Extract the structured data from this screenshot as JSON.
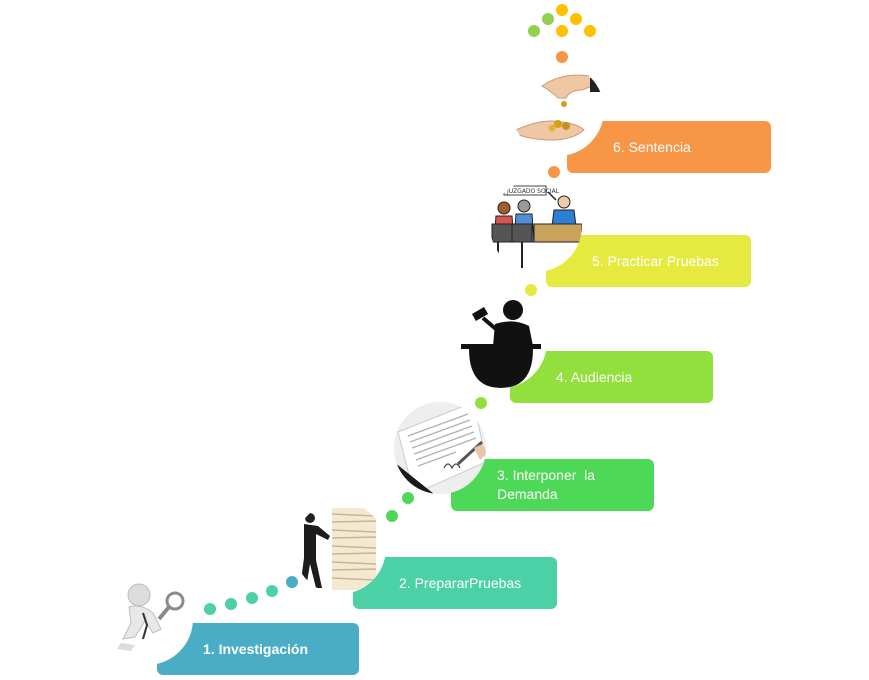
{
  "steps": [
    {
      "label": "1. Investigación",
      "bold": true,
      "color": "#4BACC6"
    },
    {
      "label": "2. PrepararPruebas",
      "bold": false,
      "color": "#4CD1A6"
    },
    {
      "label": "3. Interponer  la Demanda",
      "bold": false,
      "color": "#4ED857"
    },
    {
      "label": "4. Audiencia",
      "bold": false,
      "color": "#92E03D"
    },
    {
      "label": "5. Practicar Pruebas",
      "bold": false,
      "color": "#E6EA3E"
    },
    {
      "label": "6. Sentencia",
      "bold": false,
      "color": "#F79646"
    }
  ],
  "icons": [
    "magnifier-figure-icon",
    "paper-stack-pusher-icon",
    "signing-document-icon",
    "judge-gavel-icon",
    "courtroom-icon",
    "hands-coins-icon"
  ],
  "connector_colors": [
    "#4BACC6",
    "#4CD1A6",
    "#4ED857",
    "#92E03D",
    "#E6EA3E",
    "#F79646"
  ],
  "arrow_colors": [
    "#92D050",
    "#FFC000",
    "#F79646"
  ]
}
